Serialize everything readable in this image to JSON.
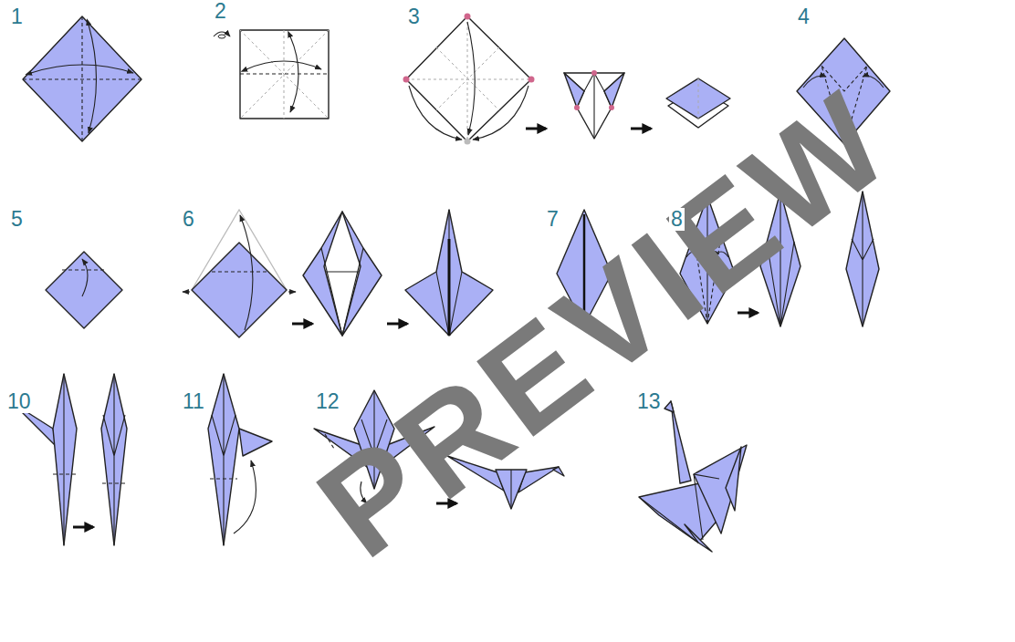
{
  "diagram": {
    "labels": [
      "1",
      "2",
      "3",
      "4",
      "5",
      "6",
      "7",
      "8",
      "10",
      "11",
      "12",
      "13",
      "PREVIEW"
    ]
  }
}
